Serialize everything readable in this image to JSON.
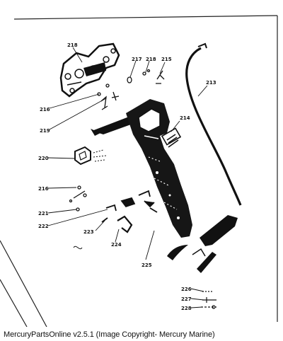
{
  "caption": "MercuryPartsOnline v2.5.1 (Image Copyright- Mercury Marine)",
  "callouts": [
    {
      "id": "p218",
      "label": "218"
    },
    {
      "id": "p217",
      "label": "217"
    },
    {
      "id": "p218b",
      "label": "218"
    },
    {
      "id": "p215",
      "label": "215"
    },
    {
      "id": "p213",
      "label": "213"
    },
    {
      "id": "p216",
      "label": "216"
    },
    {
      "id": "p219",
      "label": "219"
    },
    {
      "id": "p214",
      "label": "214"
    },
    {
      "id": "p220",
      "label": "220"
    },
    {
      "id": "p216b",
      "label": "216"
    },
    {
      "id": "p221",
      "label": "221"
    },
    {
      "id": "p222",
      "label": "222"
    },
    {
      "id": "p223",
      "label": "223"
    },
    {
      "id": "p224",
      "label": "224"
    },
    {
      "id": "p225",
      "label": "225"
    },
    {
      "id": "p226",
      "label": "226"
    },
    {
      "id": "p227",
      "label": "227"
    },
    {
      "id": "p228",
      "label": "228"
    }
  ]
}
